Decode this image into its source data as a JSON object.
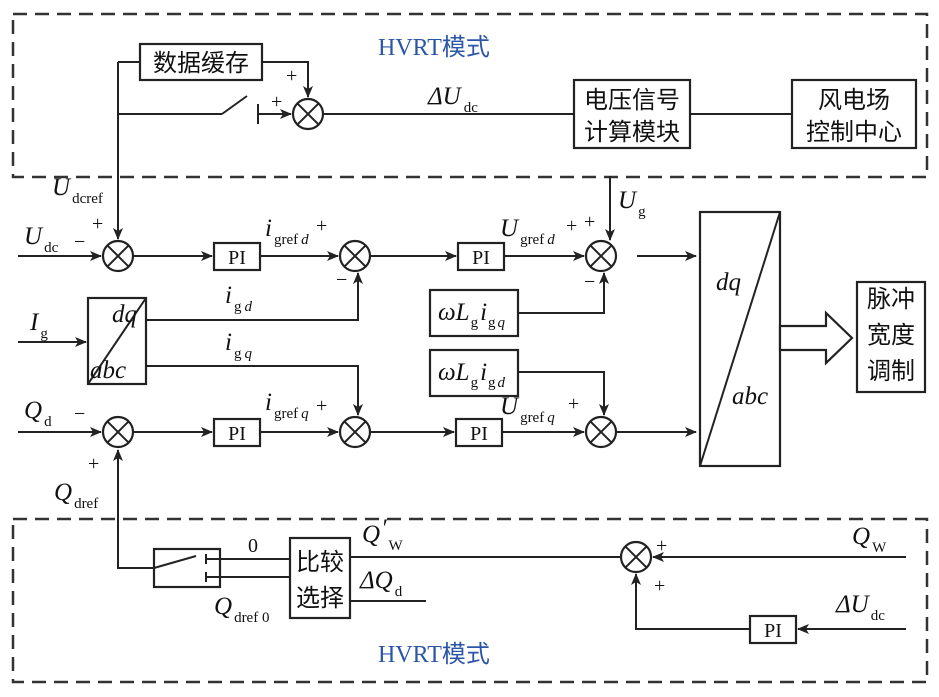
{
  "modes": {
    "top": "HVRT模式",
    "bottom": "HVRT模式"
  },
  "blocks": {
    "buffer": "数据缓存",
    "voltage_calc": [
      "电压信号",
      "计算模块"
    ],
    "wind_farm_center": [
      "风电场",
      "控制中心"
    ],
    "pwm": [
      "脉冲",
      "宽度",
      "调制"
    ],
    "compare_select": [
      "比较",
      "选择"
    ],
    "pi": "PI",
    "dq": "dq",
    "abc": "abc"
  },
  "signals": {
    "dU_dc_top": {
      "main": "ΔU",
      "sub": "dc"
    },
    "U_dcref": {
      "main": "U",
      "sub": "dcref"
    },
    "U_dc": {
      "main": "U",
      "sub": "dc"
    },
    "I_g": {
      "main": "I",
      "sub": "g"
    },
    "Q_d": {
      "main": "Q",
      "sub": "d"
    },
    "Q_dref": {
      "main": "Q",
      "sub": "dref"
    },
    "i_grefd": {
      "main": "i",
      "sub": "gref",
      "subi": "d"
    },
    "i_gd": {
      "main": "i",
      "sub": "g",
      "subi": "d"
    },
    "i_gq": {
      "main": "i",
      "sub": "g",
      "subi": "q"
    },
    "i_grefq": {
      "main": "i",
      "sub": "gref",
      "subi": "q"
    },
    "U_grefd": {
      "main": "U",
      "sub": "gref",
      "subi": "d"
    },
    "U_g": {
      "main": "U",
      "sub": "g"
    },
    "U_grefq": {
      "main": "U",
      "sub": "gref",
      "subi": "q"
    },
    "wLigq": {
      "a": "ωL",
      "s1": "g",
      "b": "i",
      "s2": "g",
      "s3": "q"
    },
    "wLigd": {
      "a": "ωL",
      "s1": "g",
      "b": "i",
      "s2": "g",
      "s3": "d"
    },
    "Q_W_prime": {
      "main": "Q",
      "prime": "′",
      "sub": "W"
    },
    "Q_W": {
      "main": "Q",
      "sub": "W"
    },
    "dQ_d": {
      "main": "ΔQ",
      "sub": "d"
    },
    "Q_dref0": {
      "main": "Q",
      "sub": "dref 0"
    },
    "dU_dc_bottom": {
      "main": "ΔU",
      "sub": "dc"
    },
    "zero": "0"
  },
  "signs": {
    "plus": "+",
    "minus": "−"
  }
}
